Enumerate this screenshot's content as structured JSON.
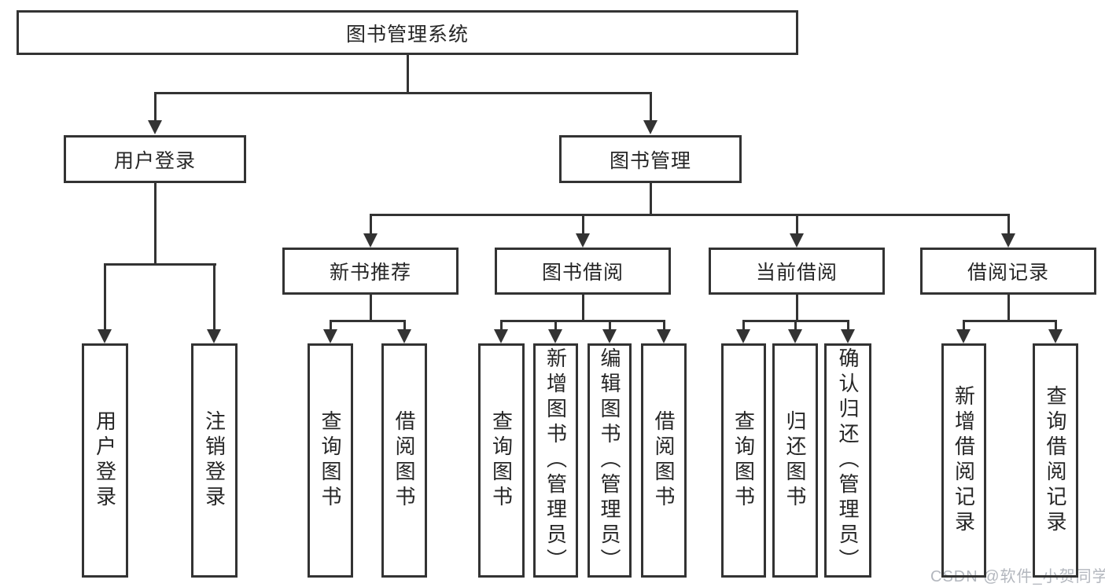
{
  "tree": {
    "root": "图书管理系统",
    "branches": [
      {
        "label": "用户登录",
        "children": [
          "用户登录",
          "注销登录"
        ]
      },
      {
        "label": "图书管理",
        "sections": [
          {
            "label": "新书推荐",
            "children": [
              "查询图书",
              "借阅图书"
            ]
          },
          {
            "label": "图书借阅",
            "children": [
              "查询图书",
              "新增图书（管理员）",
              "编辑图书（管理员）",
              "借阅图书"
            ]
          },
          {
            "label": "当前借阅",
            "children": [
              "查询图书",
              "归还图书",
              "确认归还（管理员）"
            ]
          },
          {
            "label": "借阅记录",
            "children": [
              "新增借阅记录",
              "查询借阅记录"
            ]
          }
        ]
      }
    ]
  },
  "watermark": "CSDN @软件_小贺同学",
  "colors": {
    "line": "#333333",
    "text": "#262626",
    "watermark": "#b3b7be",
    "background": "#ffffff"
  }
}
